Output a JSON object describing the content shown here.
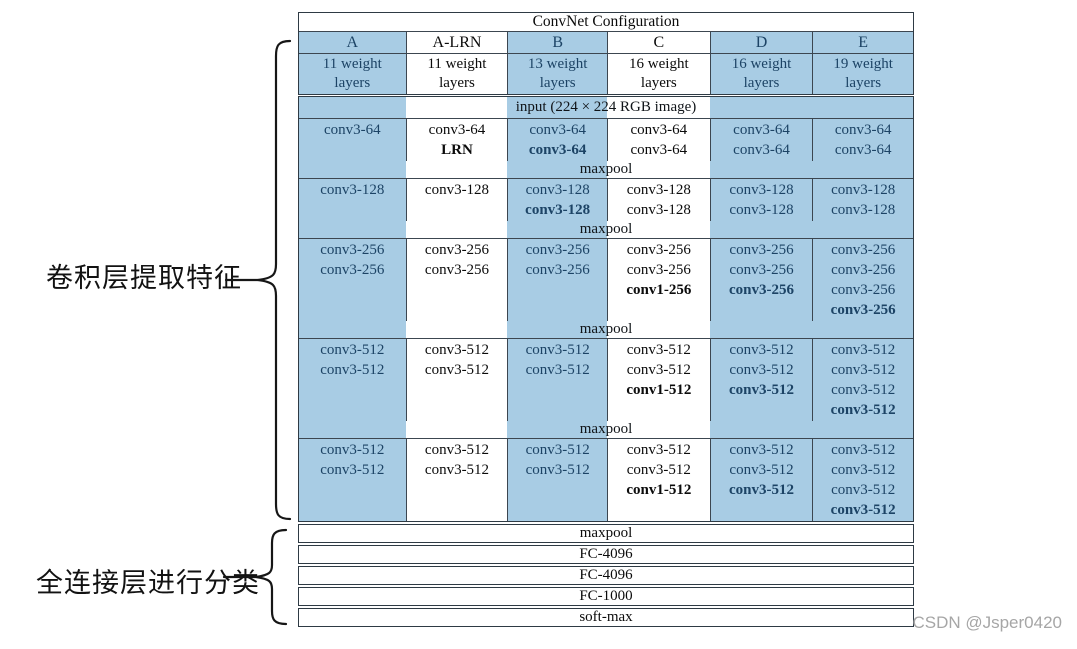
{
  "annotations": {
    "conv_label": "卷积层提取特征",
    "fc_label": "全连接层进行分类"
  },
  "watermark": "CSDN @Jsper0420",
  "colors": {
    "highlight_blue": "#a8cce4",
    "navy_text": "#1c4365",
    "border": "#3c4650",
    "watermark_gray": "#a6a6a6"
  },
  "table": {
    "title": "ConvNet Configuration",
    "input_label": "input (224 × 224 RGB image)",
    "maxpool_label": "maxpool",
    "columns": [
      {
        "label": "A",
        "sub": "11 weight layers",
        "highlight": true
      },
      {
        "label": "A-LRN",
        "sub": "11 weight layers",
        "highlight": false
      },
      {
        "label": "B",
        "sub": "13 weight layers",
        "highlight": true
      },
      {
        "label": "C",
        "sub": "16 weight layers",
        "highlight": false
      },
      {
        "label": "D",
        "sub": "16 weight layers",
        "highlight": true
      },
      {
        "label": "E",
        "sub": "19 weight layers",
        "highlight": true
      }
    ],
    "blocks": [
      {
        "cells": [
          [
            "conv3-64"
          ],
          [
            "conv3-64",
            {
              "t": "LRN",
              "b": true
            }
          ],
          [
            "conv3-64",
            {
              "t": "conv3-64",
              "b": true
            }
          ],
          [
            "conv3-64",
            "conv3-64"
          ],
          [
            "conv3-64",
            "conv3-64"
          ],
          [
            "conv3-64",
            "conv3-64"
          ]
        ]
      },
      {
        "cells": [
          [
            "conv3-128"
          ],
          [
            "conv3-128"
          ],
          [
            "conv3-128",
            {
              "t": "conv3-128",
              "b": true
            }
          ],
          [
            "conv3-128",
            "conv3-128"
          ],
          [
            "conv3-128",
            "conv3-128"
          ],
          [
            "conv3-128",
            "conv3-128"
          ]
        ]
      },
      {
        "cells": [
          [
            "conv3-256",
            "conv3-256"
          ],
          [
            "conv3-256",
            "conv3-256"
          ],
          [
            "conv3-256",
            "conv3-256"
          ],
          [
            "conv3-256",
            "conv3-256",
            {
              "t": "conv1-256",
              "b": true
            }
          ],
          [
            "conv3-256",
            "conv3-256",
            {
              "t": "conv3-256",
              "b": true
            }
          ],
          [
            "conv3-256",
            "conv3-256",
            "conv3-256",
            {
              "t": "conv3-256",
              "b": true
            }
          ]
        ]
      },
      {
        "cells": [
          [
            "conv3-512",
            "conv3-512"
          ],
          [
            "conv3-512",
            "conv3-512"
          ],
          [
            "conv3-512",
            "conv3-512"
          ],
          [
            "conv3-512",
            "conv3-512",
            {
              "t": "conv1-512",
              "b": true
            }
          ],
          [
            "conv3-512",
            "conv3-512",
            {
              "t": "conv3-512",
              "b": true
            }
          ],
          [
            "conv3-512",
            "conv3-512",
            "conv3-512",
            {
              "t": "conv3-512",
              "b": true
            }
          ]
        ]
      },
      {
        "cells": [
          [
            "conv3-512",
            "conv3-512"
          ],
          [
            "conv3-512",
            "conv3-512"
          ],
          [
            "conv3-512",
            "conv3-512"
          ],
          [
            "conv3-512",
            "conv3-512",
            {
              "t": "conv1-512",
              "b": true
            }
          ],
          [
            "conv3-512",
            "conv3-512",
            {
              "t": "conv3-512",
              "b": true
            }
          ],
          [
            "conv3-512",
            "conv3-512",
            "conv3-512",
            {
              "t": "conv3-512",
              "b": true
            }
          ]
        ]
      }
    ],
    "bottom_rows": [
      "maxpool",
      "FC-4096",
      "FC-4096",
      "FC-1000",
      "soft-max"
    ]
  }
}
